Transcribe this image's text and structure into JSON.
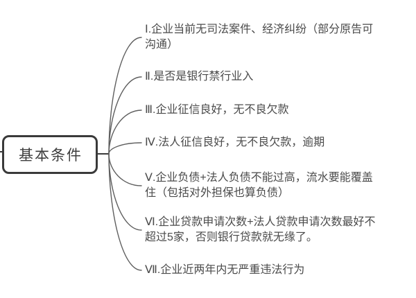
{
  "diagram": {
    "type": "mindmap",
    "root": {
      "label": "基本条件"
    },
    "branches": [
      {
        "numeral": "Ⅰ",
        "lines": [
          "Ⅰ.企业当前无司法案件、经济纠纷（部分原告可",
          "沟通）"
        ]
      },
      {
        "numeral": "Ⅱ",
        "lines": [
          "Ⅱ.是否是银行禁行业入"
        ]
      },
      {
        "numeral": "Ⅲ",
        "lines": [
          "Ⅲ.企业征信良好，无不良欠款"
        ]
      },
      {
        "numeral": "Ⅳ",
        "lines": [
          "Ⅳ.法人征信良好，无不良欠款，逾期"
        ]
      },
      {
        "numeral": "Ⅴ",
        "lines": [
          "Ⅴ.企业负债+法人负债不能过高，流水要能覆盖",
          "住（包括对外担保也算负债）"
        ]
      },
      {
        "numeral": "Ⅵ",
        "lines": [
          "Ⅵ.企业贷款申请次数+法人贷款申请次数最好不",
          "超过5家，否则银行贷款就无缘了。"
        ]
      },
      {
        "numeral": "Ⅶ",
        "lines": [
          "Ⅶ.企业近两年内无严重违法行为"
        ]
      }
    ]
  },
  "colors": {
    "background": "#ffffff",
    "text": "#4a4a4a",
    "branch_line": "#5e5e5e",
    "node_border": "#3a3a3a",
    "node_fill": "#ffffff",
    "node_text": "#3d3d3d"
  }
}
